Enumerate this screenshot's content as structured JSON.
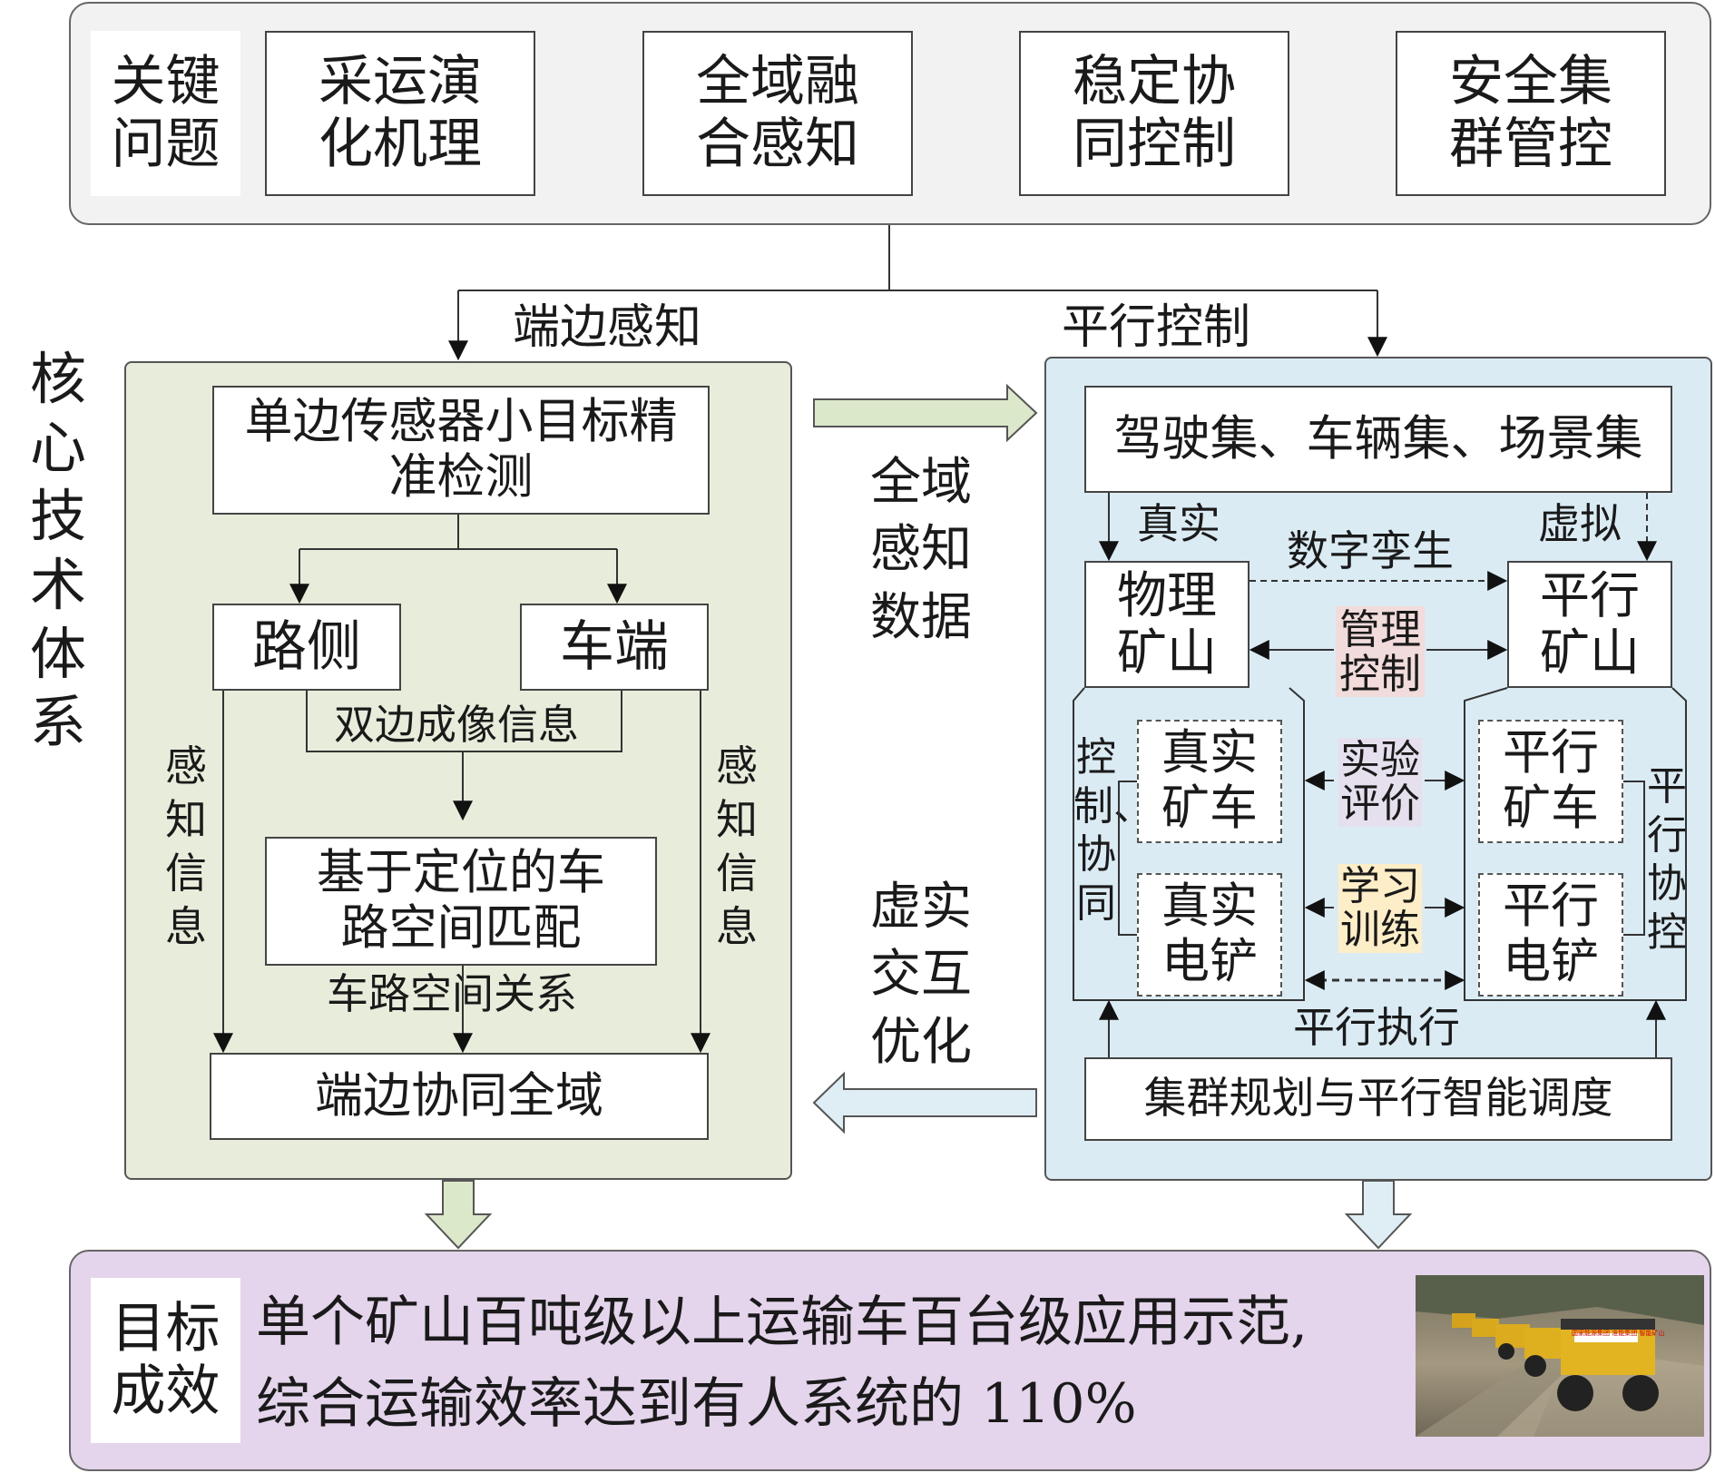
{
  "top": {
    "header": "关键问题",
    "items": [
      "采运演化机理",
      "全域融合感知",
      "稳定协同控制",
      "安全集群管控"
    ]
  },
  "core_label": "核心技术体系",
  "left": {
    "section_title": "端边感知",
    "detect": "单边传感器小目标精准检测",
    "roadside": "路侧",
    "vehicle": "车端",
    "dual_imaging": "双边成像信息",
    "match": "基于定位的车路空间匹配",
    "spatial_relation": "车路空间关系",
    "perception_info": "感知信息",
    "global": "端边协同全域"
  },
  "middle": {
    "perception_data": "全域感知数据",
    "interaction": "虚实交互优化"
  },
  "right": {
    "section_title": "平行控制",
    "datasets": "驾驶集、车辆集、场景集",
    "real": "真实",
    "virtual": "虚拟",
    "digital_twin": "数字孪生",
    "physical_mine": "物理矿山",
    "parallel_mine": "平行矿山",
    "management": "管理控制",
    "control_coop": "控制、协同",
    "real_truck": "真实矿车",
    "real_shovel": "真实电铲",
    "experiment": "实验评价",
    "learning": "学习训练",
    "parallel_truck": "平行矿车",
    "parallel_shovel": "平行电铲",
    "parallel_coop": "平行协控",
    "parallel_exec": "平行执行",
    "scheduling": "集群规划与平行智能调度"
  },
  "bottom": {
    "header": "目标成效",
    "text": "单个矿山百吨级以上运输车百台级应用示范, 综合运输效率达到有人系统的 110%",
    "photo_text": "国家能源集团 准能集团 智能矿山"
  },
  "colors": {
    "top_bg": "#f2f2f2",
    "left_bg": "#e8eddb",
    "right_bg": "#dbebf3",
    "bottom_bg": "#e4d5ec",
    "mgmt_bg": "#f2dcdb",
    "exp_bg": "#e6e0ee",
    "learn_bg": "#fdeec8",
    "green_arrow": "#dbe8c9",
    "blue_arrow": "#dfeef5"
  }
}
